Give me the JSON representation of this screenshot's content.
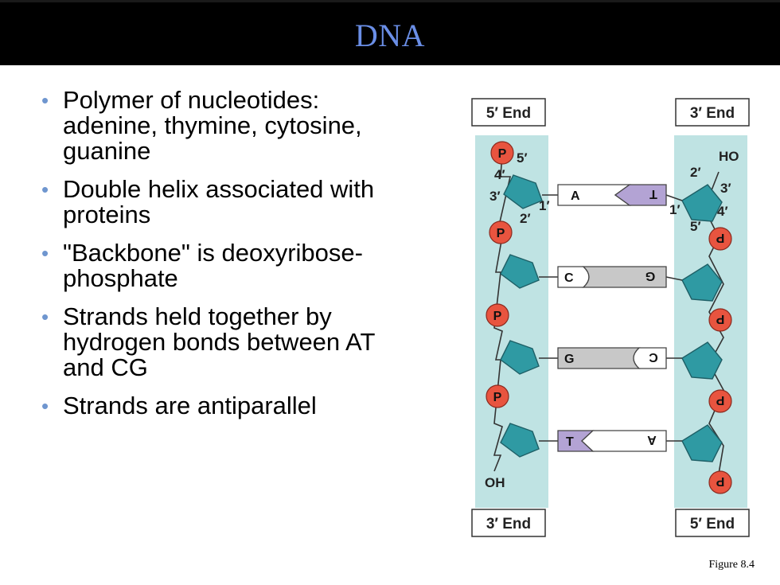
{
  "slide": {
    "title": "DNA",
    "bullets": [
      "Polymer of nucleotides: adenine, thymine, cytosine, guanine",
      "Double helix associated with proteins",
      "\"Backbone\" is deoxyribose-phosphate",
      "Strands held together by hydrogen bonds between AT and CG",
      "Strands are antiparallel"
    ],
    "figure_caption": "Figure 8.4"
  },
  "diagram": {
    "left_top_label": "5′ End",
    "right_top_label": "3′ End",
    "left_bottom_label": "3′ End",
    "right_bottom_label": "5′ End",
    "phosphate_label": "P",
    "hydroxyl_left": "OH",
    "hydroxyl_right": "HO",
    "carbon_labels_left": [
      "5′",
      "4′",
      "3′",
      "2′",
      "1′"
    ],
    "carbon_labels_right": [
      "2′",
      "3′",
      "1′",
      "4′",
      "5′"
    ],
    "base_pairs": [
      {
        "left": "A",
        "right": "T"
      },
      {
        "left": "C",
        "right": "G"
      },
      {
        "left": "G",
        "right": "C"
      },
      {
        "left": "T",
        "right": "A"
      }
    ],
    "colors": {
      "backbone_band": "#bfe3e3",
      "sugar": "#2f9aa3",
      "phosphate": "#e8543f",
      "base_a": "#ffffff",
      "base_t": "#b3a3d4",
      "base_c": "#ffffff",
      "base_g": "#c8c8c8"
    }
  }
}
